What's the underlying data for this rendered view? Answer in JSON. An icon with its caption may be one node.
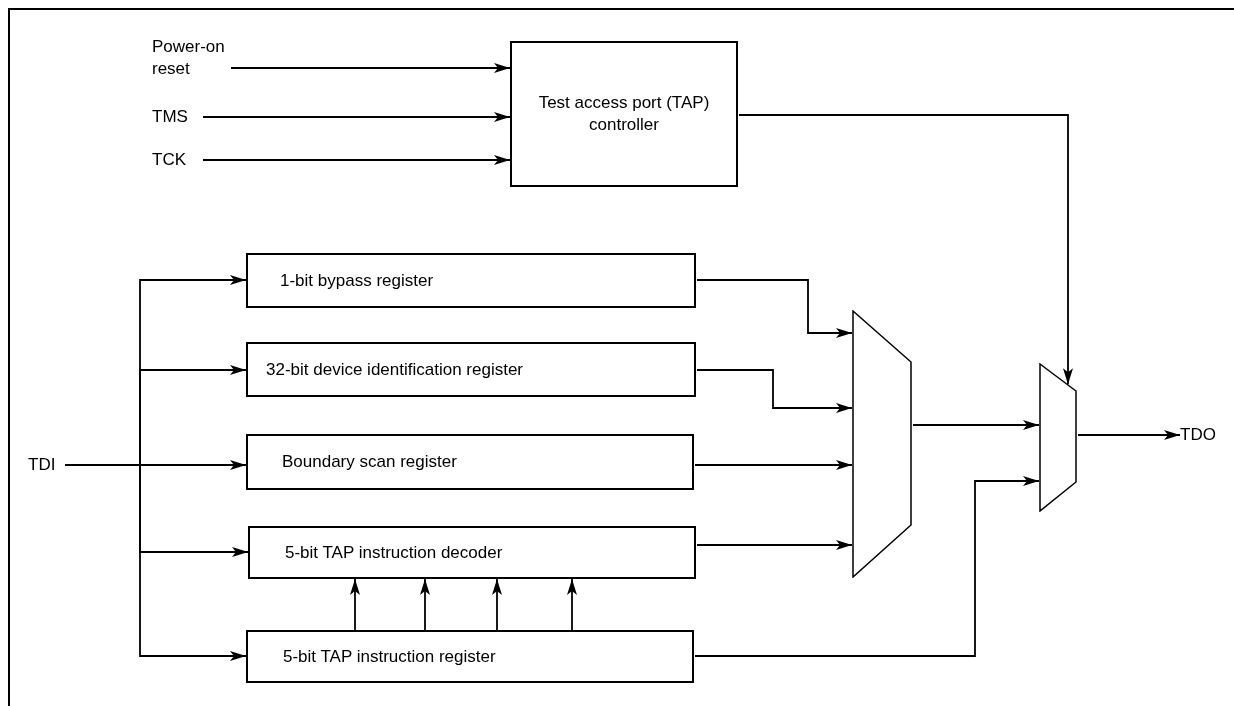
{
  "diagram": {
    "nodes": [
      {
        "text": [
          "Power-on reset"
        ]
      },
      {
        "text": [
          "TMS"
        ]
      },
      {
        "text": [
          "TCK"
        ]
      },
      {
        "text": [
          "Test access port (TAP) controller"
        ]
      },
      {
        "text": [
          "1-bit bypass register"
        ]
      },
      {
        "text": [
          "32-bit device identification register"
        ]
      },
      {
        "text": [
          "Boundary scan register"
        ]
      },
      {
        "text": [
          "5-bit TAP instruction decoder"
        ]
      },
      {
        "text": [
          "5-bit TAP instruction register"
        ]
      },
      {
        "text": [],
        "shape": "trapezoid"
      },
      {
        "text": [],
        "shape": "trapezoid"
      },
      {
        "text": [
          "TDI"
        ]
      },
      {
        "text": [
          "TDO"
        ]
      }
    ],
    "edges": [
      {
        "from": 0,
        "to": 3,
        "arrow": "to"
      },
      {
        "from": 1,
        "to": 3,
        "arrow": "to"
      },
      {
        "from": 2,
        "to": 3,
        "arrow": "to"
      },
      {
        "from": 11,
        "to": 4,
        "arrow": "to"
      },
      {
        "from": 11,
        "to": 5,
        "arrow": "to"
      },
      {
        "from": 11,
        "to": 6,
        "arrow": "to"
      },
      {
        "from": 11,
        "to": 7,
        "arrow": "to"
      },
      {
        "from": 11,
        "to": 8,
        "arrow": "to"
      },
      {
        "from": 8,
        "to": 7,
        "arrow": "to"
      },
      {
        "from": 8,
        "to": 7,
        "arrow": "to"
      },
      {
        "from": 8,
        "to": 7,
        "arrow": "to"
      },
      {
        "from": 8,
        "to": 7,
        "arrow": "to"
      },
      {
        "from": 4,
        "to": 9,
        "arrow": "to"
      },
      {
        "from": 5,
        "to": 9,
        "arrow": "to"
      },
      {
        "from": 6,
        "to": 9,
        "arrow": "to"
      },
      {
        "from": 7,
        "to": 9,
        "arrow": "to"
      },
      {
        "from": 3,
        "to": 10,
        "arrow": "to"
      },
      {
        "from": 9,
        "to": 10,
        "arrow": "to"
      },
      {
        "from": 8,
        "to": 10,
        "arrow": "to"
      },
      {
        "from": 10,
        "to": 12,
        "arrow": "to"
      }
    ]
  }
}
